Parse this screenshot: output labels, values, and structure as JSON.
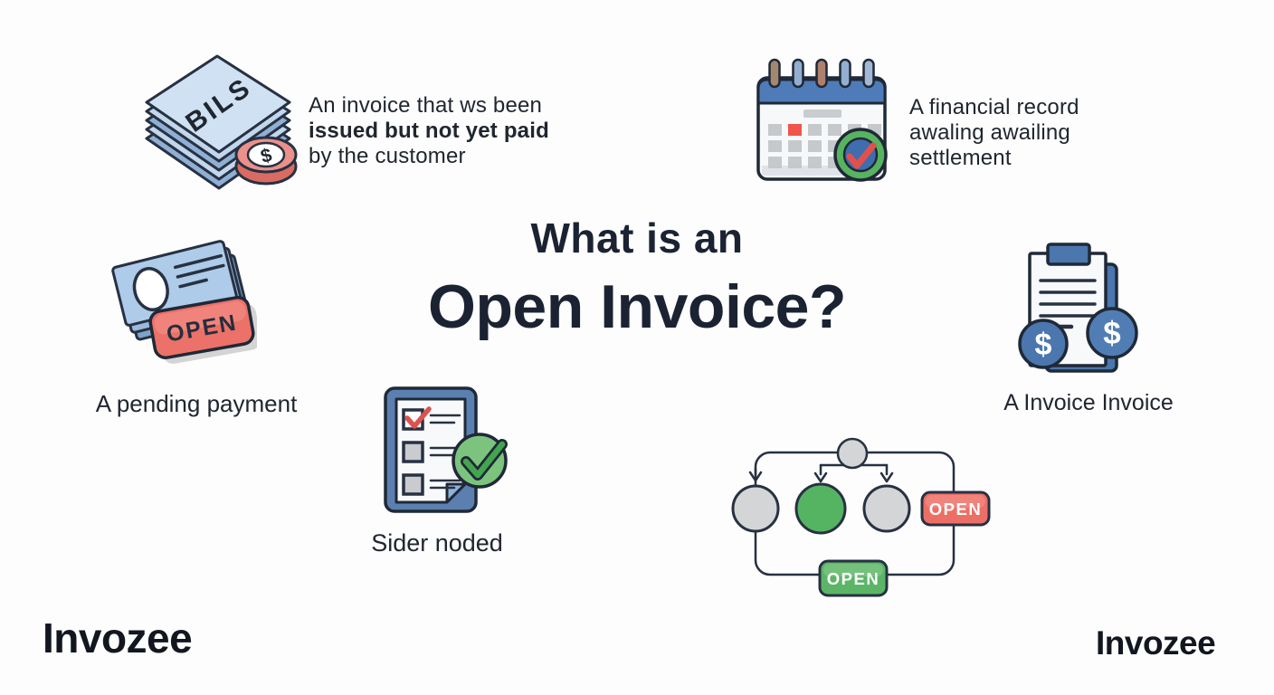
{
  "title": {
    "line1": "What is an",
    "line2": "Open Invoice?"
  },
  "topLeft": {
    "billsLabel": "BILS",
    "coinSymbol": "$",
    "lines": [
      "An invoice that ws been",
      "issued but not yet paid",
      "by the customer"
    ]
  },
  "topRight": {
    "lines": [
      "A financial record",
      "awaling awailing",
      "settlement"
    ]
  },
  "midLeft": {
    "tagLabel": "OPEN",
    "caption": "A pending payment"
  },
  "midRight": {
    "dollarSymbol": "$",
    "caption": "A Invoice Invoice"
  },
  "bottomChecklist": {
    "caption": "Sider noded"
  },
  "flow": {
    "rightBadge": "OPEN",
    "bottomBadge": "OPEN"
  },
  "footer": {
    "leftLogo": "Invozee",
    "rightLogo": "Invozee"
  },
  "colors": {
    "ink": "#20262f",
    "titleNavy": "#1b2333",
    "outline": "#273142",
    "blue": "#4f7cb8",
    "steelBlue": "#4b76ae",
    "lightBlue": "#aecbe9",
    "paleBlue": "#cfe1f3",
    "red": "#e8625a",
    "green": "#55b462",
    "grayFill": "#c9cbce"
  }
}
